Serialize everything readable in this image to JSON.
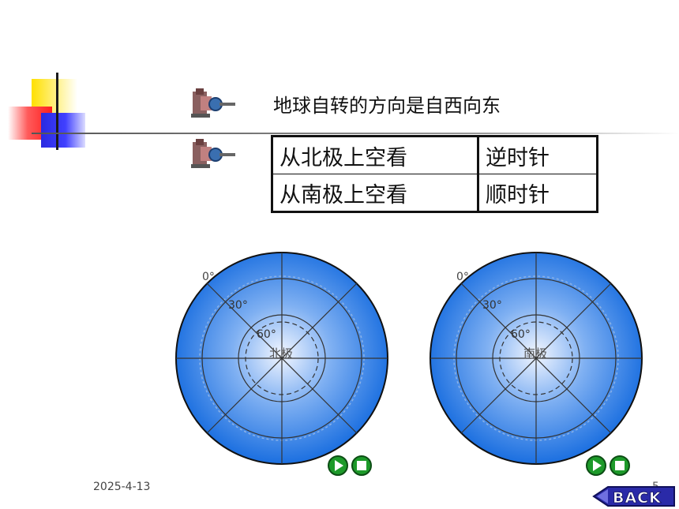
{
  "slide": {
    "heading": "地球自转的方向是自西向东",
    "table": [
      {
        "view": "从北极上空看",
        "direction": "逆时针"
      },
      {
        "view": "从南极上空看",
        "direction": "顺时针"
      }
    ],
    "globes": [
      {
        "pole_label": "北极",
        "lat_labels": [
          "0°",
          "30°",
          "60°"
        ]
      },
      {
        "pole_label": "南极",
        "lat_labels": [
          "0°",
          "30°",
          "60°"
        ]
      }
    ],
    "date": "2025-4-13",
    "page_number": "5",
    "back_button_label": "BACK",
    "colors": {
      "globe_edge": "#1b6fe0",
      "globe_center": "#f2f6ff",
      "accent_yellow": "#ffe000",
      "accent_red": "#ff1e1e",
      "accent_blue": "#2a2ae0"
    },
    "icons": [
      "bullet-gear-icon",
      "play-icon",
      "stop-icon",
      "back-icon"
    ]
  }
}
